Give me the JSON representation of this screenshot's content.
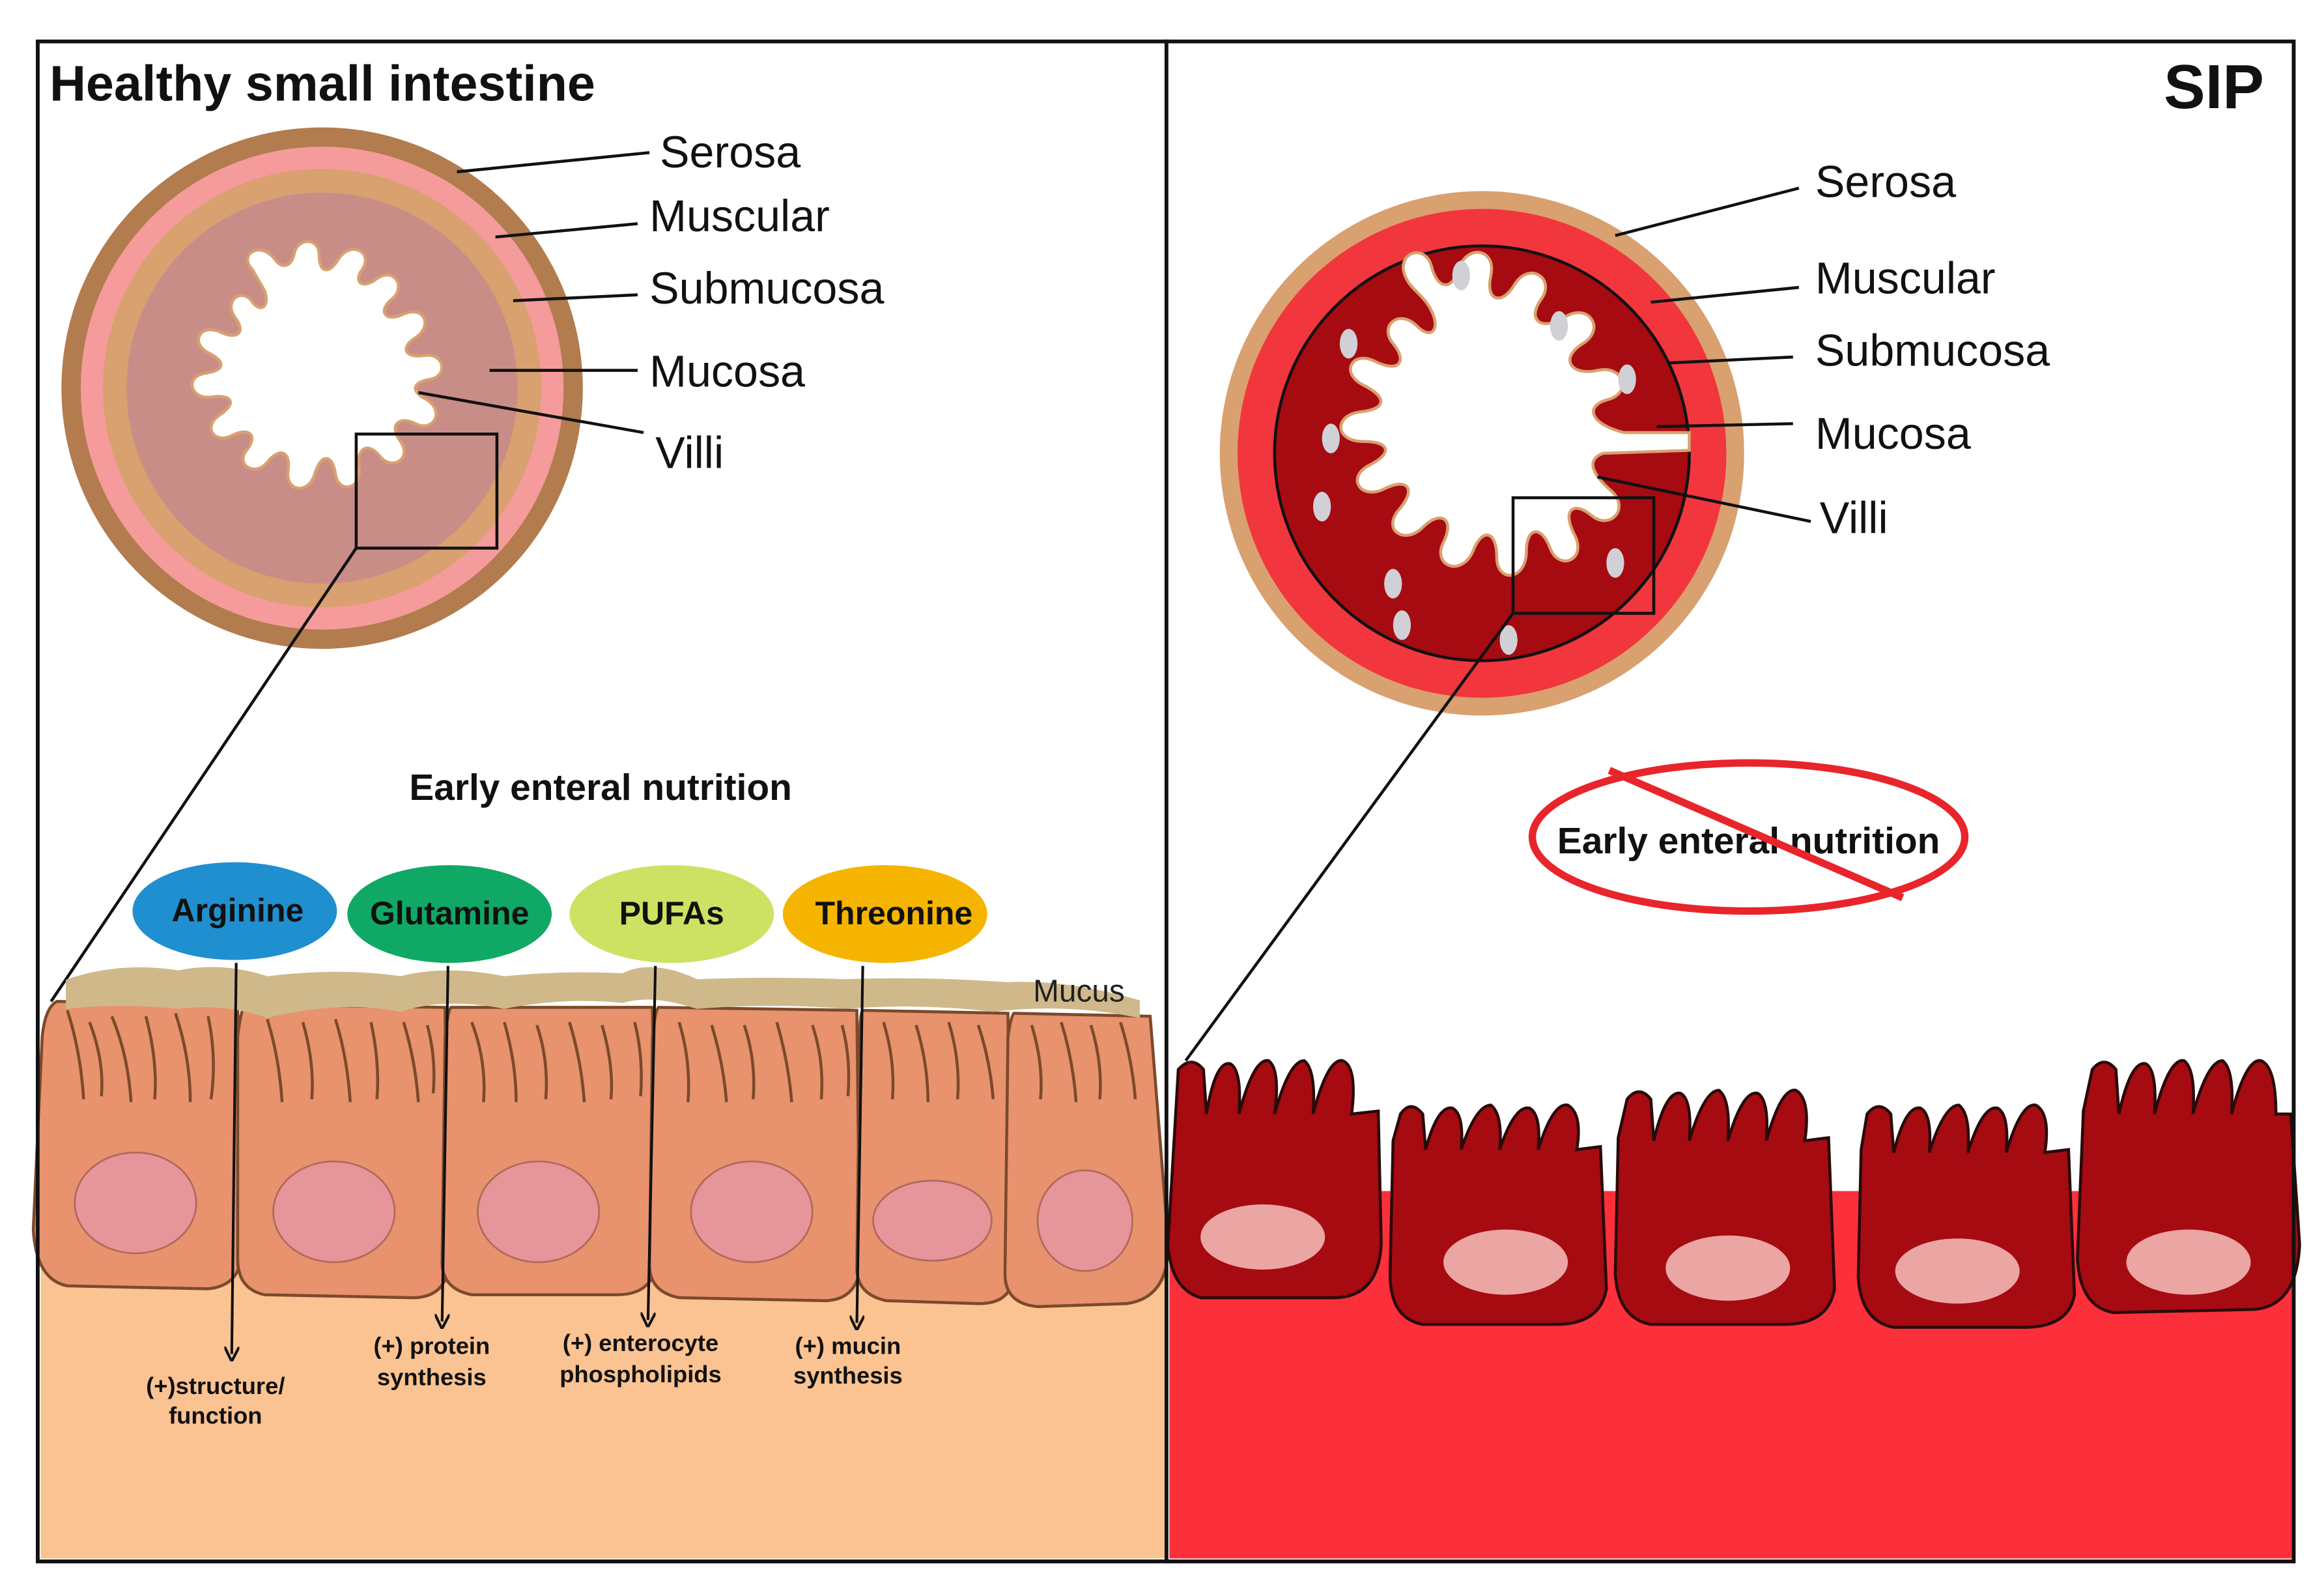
{
  "left_panel": {
    "title": "Healthy small intestine",
    "layers": [
      "Serosa",
      "Muscular",
      "Submucosa",
      "Mucosa",
      "Villi"
    ],
    "heading": "Early enteral nutrition",
    "nutrients": [
      {
        "name": "Arginine",
        "color": "#1f8fd0",
        "effect_line1": "(+)structure/",
        "effect_line2": "function"
      },
      {
        "name": "Glutamine",
        "color": "#10a865",
        "effect_line1": "(+) protein",
        "effect_line2": "synthesis"
      },
      {
        "name": "PUFAs",
        "color": "#cde263",
        "effect_line1": "(+) enterocyte",
        "effect_line2": "phospholipids"
      },
      {
        "name": "Threonine",
        "color": "#f5b400",
        "effect_line1": "(+) mucin",
        "effect_line2": "synthesis"
      }
    ],
    "mucus_label": "Mucus"
  },
  "right_panel": {
    "title": "SIP",
    "layers": [
      "Serosa",
      "Muscular",
      "Submucosa",
      "Mucosa",
      "Villi"
    ],
    "crossed_label": "Early enteral nutrition"
  },
  "colors": {
    "healthy_serosa": "#b27c4e",
    "healthy_muscular": "#f59b9b",
    "healthy_submucosa": "#d9a070",
    "healthy_mucosa": "#c98d88",
    "healthy_cell": "#e8926e",
    "healthy_nucleus": "#e6959b",
    "healthy_lamina": "#fbc392",
    "mucus": "#cfb98b",
    "sip_serosa": "#d9a070",
    "sip_muscular": "#f2363d",
    "sip_mucosa": "#a50b11",
    "sip_nucleus": "#eba5a3",
    "sip_lamina": "#fb303b",
    "prohibition": "#e8252b"
  }
}
